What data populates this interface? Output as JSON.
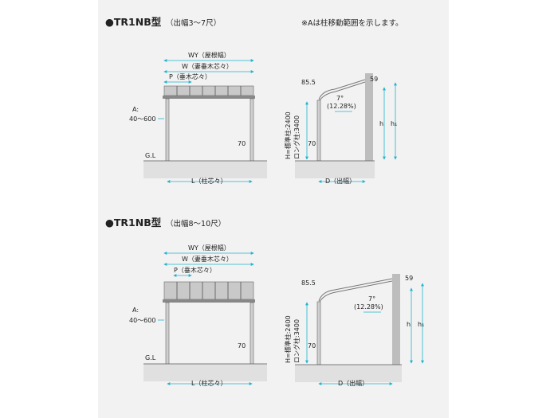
{
  "note": "※Aは柱移動範囲を示します。",
  "sections": [
    {
      "title": "●TR1NB型",
      "subtitle": "（出幅3〜7尺）",
      "front": {
        "wy": "WY（屋根幅）",
        "w": "W（妻垂木芯々）",
        "p": "P（垂木芯々）",
        "a_label": "A:",
        "a_range": "40〜600",
        "post_dim": "70",
        "ground": "G.L",
        "l": "L（柱芯々）"
      },
      "side": {
        "top_dim": "85.5",
        "angle": "7°",
        "pct": "(12.28%)",
        "right_dim": "59",
        "h_std": "H=標準柱:2400",
        "h_long": "ロング柱:3400",
        "post_dim": "70",
        "h": "h",
        "h1": "h₁",
        "d": "D（出幅）"
      }
    },
    {
      "title": "●TR1NB型",
      "subtitle": "（出幅8〜10尺）",
      "front": {
        "wy": "WY（屋根幅）",
        "w": "W（妻垂木芯々）",
        "p": "P（垂木芯々）",
        "a_label": "A:",
        "a_range": "40〜600",
        "post_dim": "70",
        "ground": "G.L",
        "l": "L（柱芯々）"
      },
      "side": {
        "top_dim": "85.5",
        "angle": "7°",
        "pct": "(12.28%)",
        "right_dim": "59",
        "h_std": "H=標準柱:2400",
        "h_long": "ロング柱:3400",
        "post_dim": "70",
        "h": "h",
        "h1": "h₁",
        "d": "D（出幅）"
      }
    }
  ]
}
